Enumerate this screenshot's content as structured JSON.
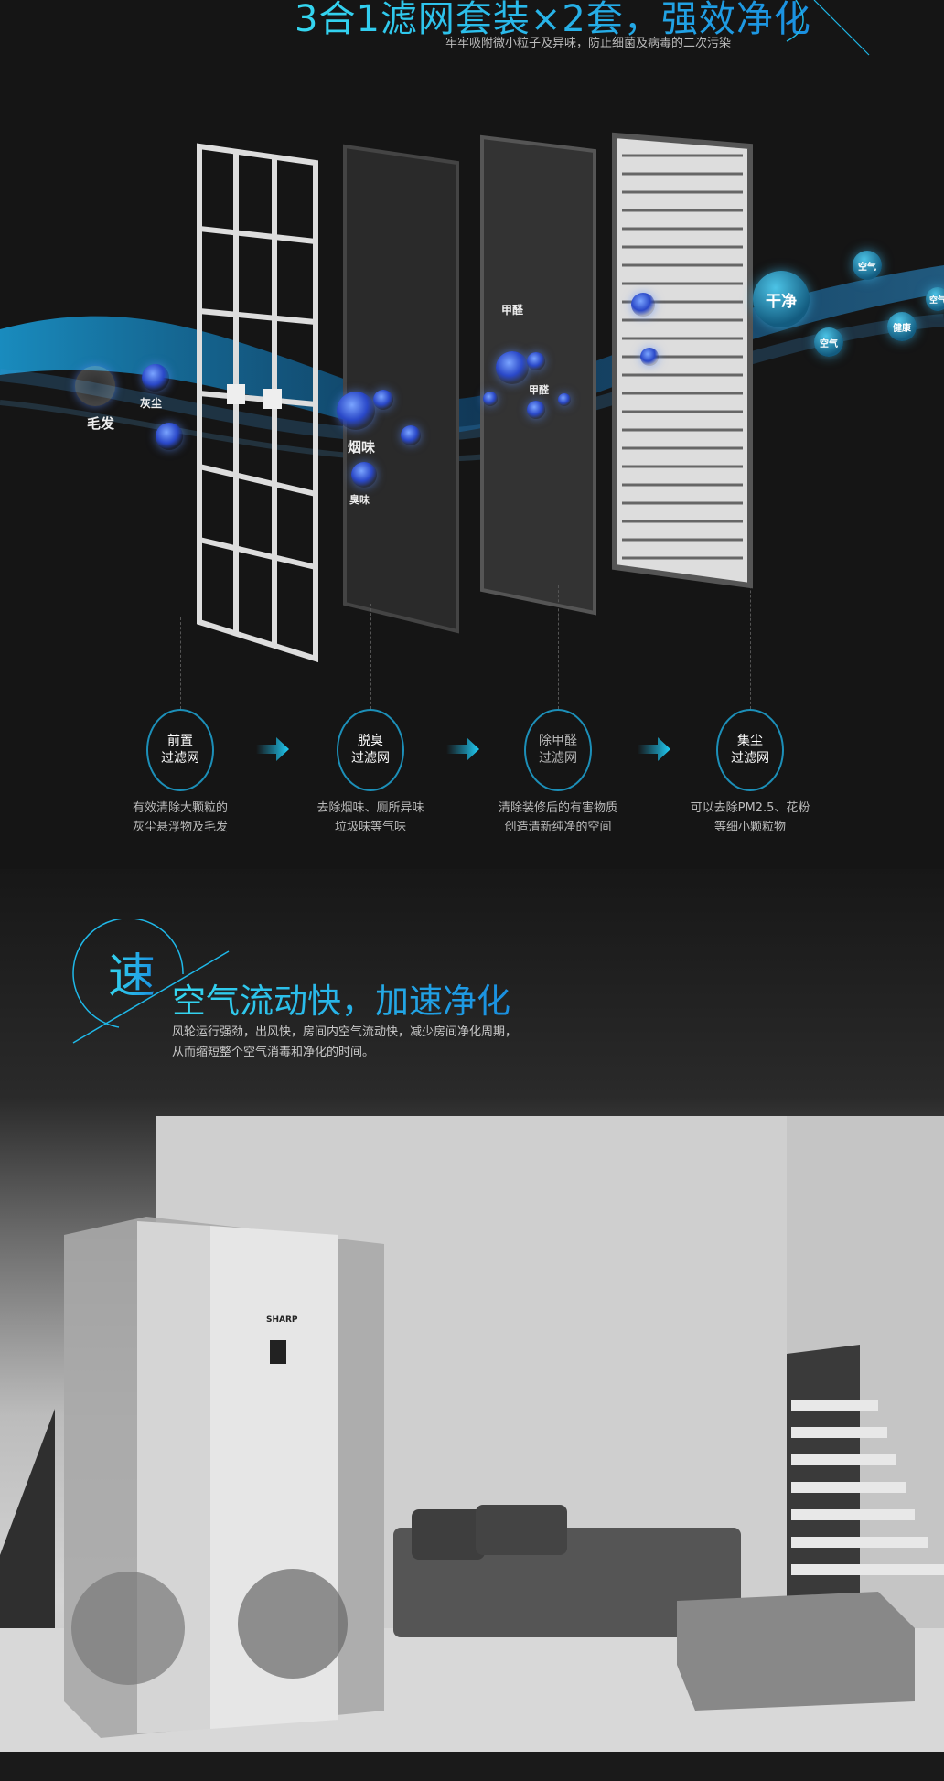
{
  "header": {
    "title": "3合1滤网套装×2套，强效净化",
    "subtitle": "牢牢吸附微小粒子及异味，防止细菌及病毒的二次污染"
  },
  "particles": {
    "hair": "毛发",
    "dust": "灰尘",
    "smoke": "烟味",
    "odor": "臭味",
    "formaldehyde_1": "甲醛",
    "formaldehyde_2": "甲醛"
  },
  "clean_bubbles": {
    "clean": "干净",
    "air_1": "空气",
    "air_2": "空气",
    "air_3": "空气",
    "health": "健康"
  },
  "steps": [
    {
      "line1": "前置",
      "line2": "过滤网",
      "desc1": "有效清除大颗粒的",
      "desc2": "灰尘悬浮物及毛发"
    },
    {
      "line1": "脱臭",
      "line2": "过滤网",
      "desc1": "去除烟味、厕所异味",
      "desc2": "垃圾味等气味"
    },
    {
      "line1": "除甲醛",
      "line2": "过滤网",
      "desc1": "清除装修后的有害物质",
      "desc2": "创造清新纯净的空间"
    },
    {
      "line1": "集尘",
      "line2": "过滤网",
      "desc1": "可以去除PM2.5、花粉",
      "desc2": "等细小颗粒物"
    }
  ],
  "speed_section": {
    "badge": "速",
    "title": "空气流动快，加速净化",
    "sub1": "风轮运行强劲，出风快，房间内空气流动快，减少房间净化周期，",
    "sub2": "从而缩短整个空气消毒和净化的时间。"
  },
  "product": {
    "brand": "SHARP"
  },
  "colors": {
    "accent": "#1fb8e8",
    "ring": "#1c8fb8",
    "background": "#151515"
  }
}
